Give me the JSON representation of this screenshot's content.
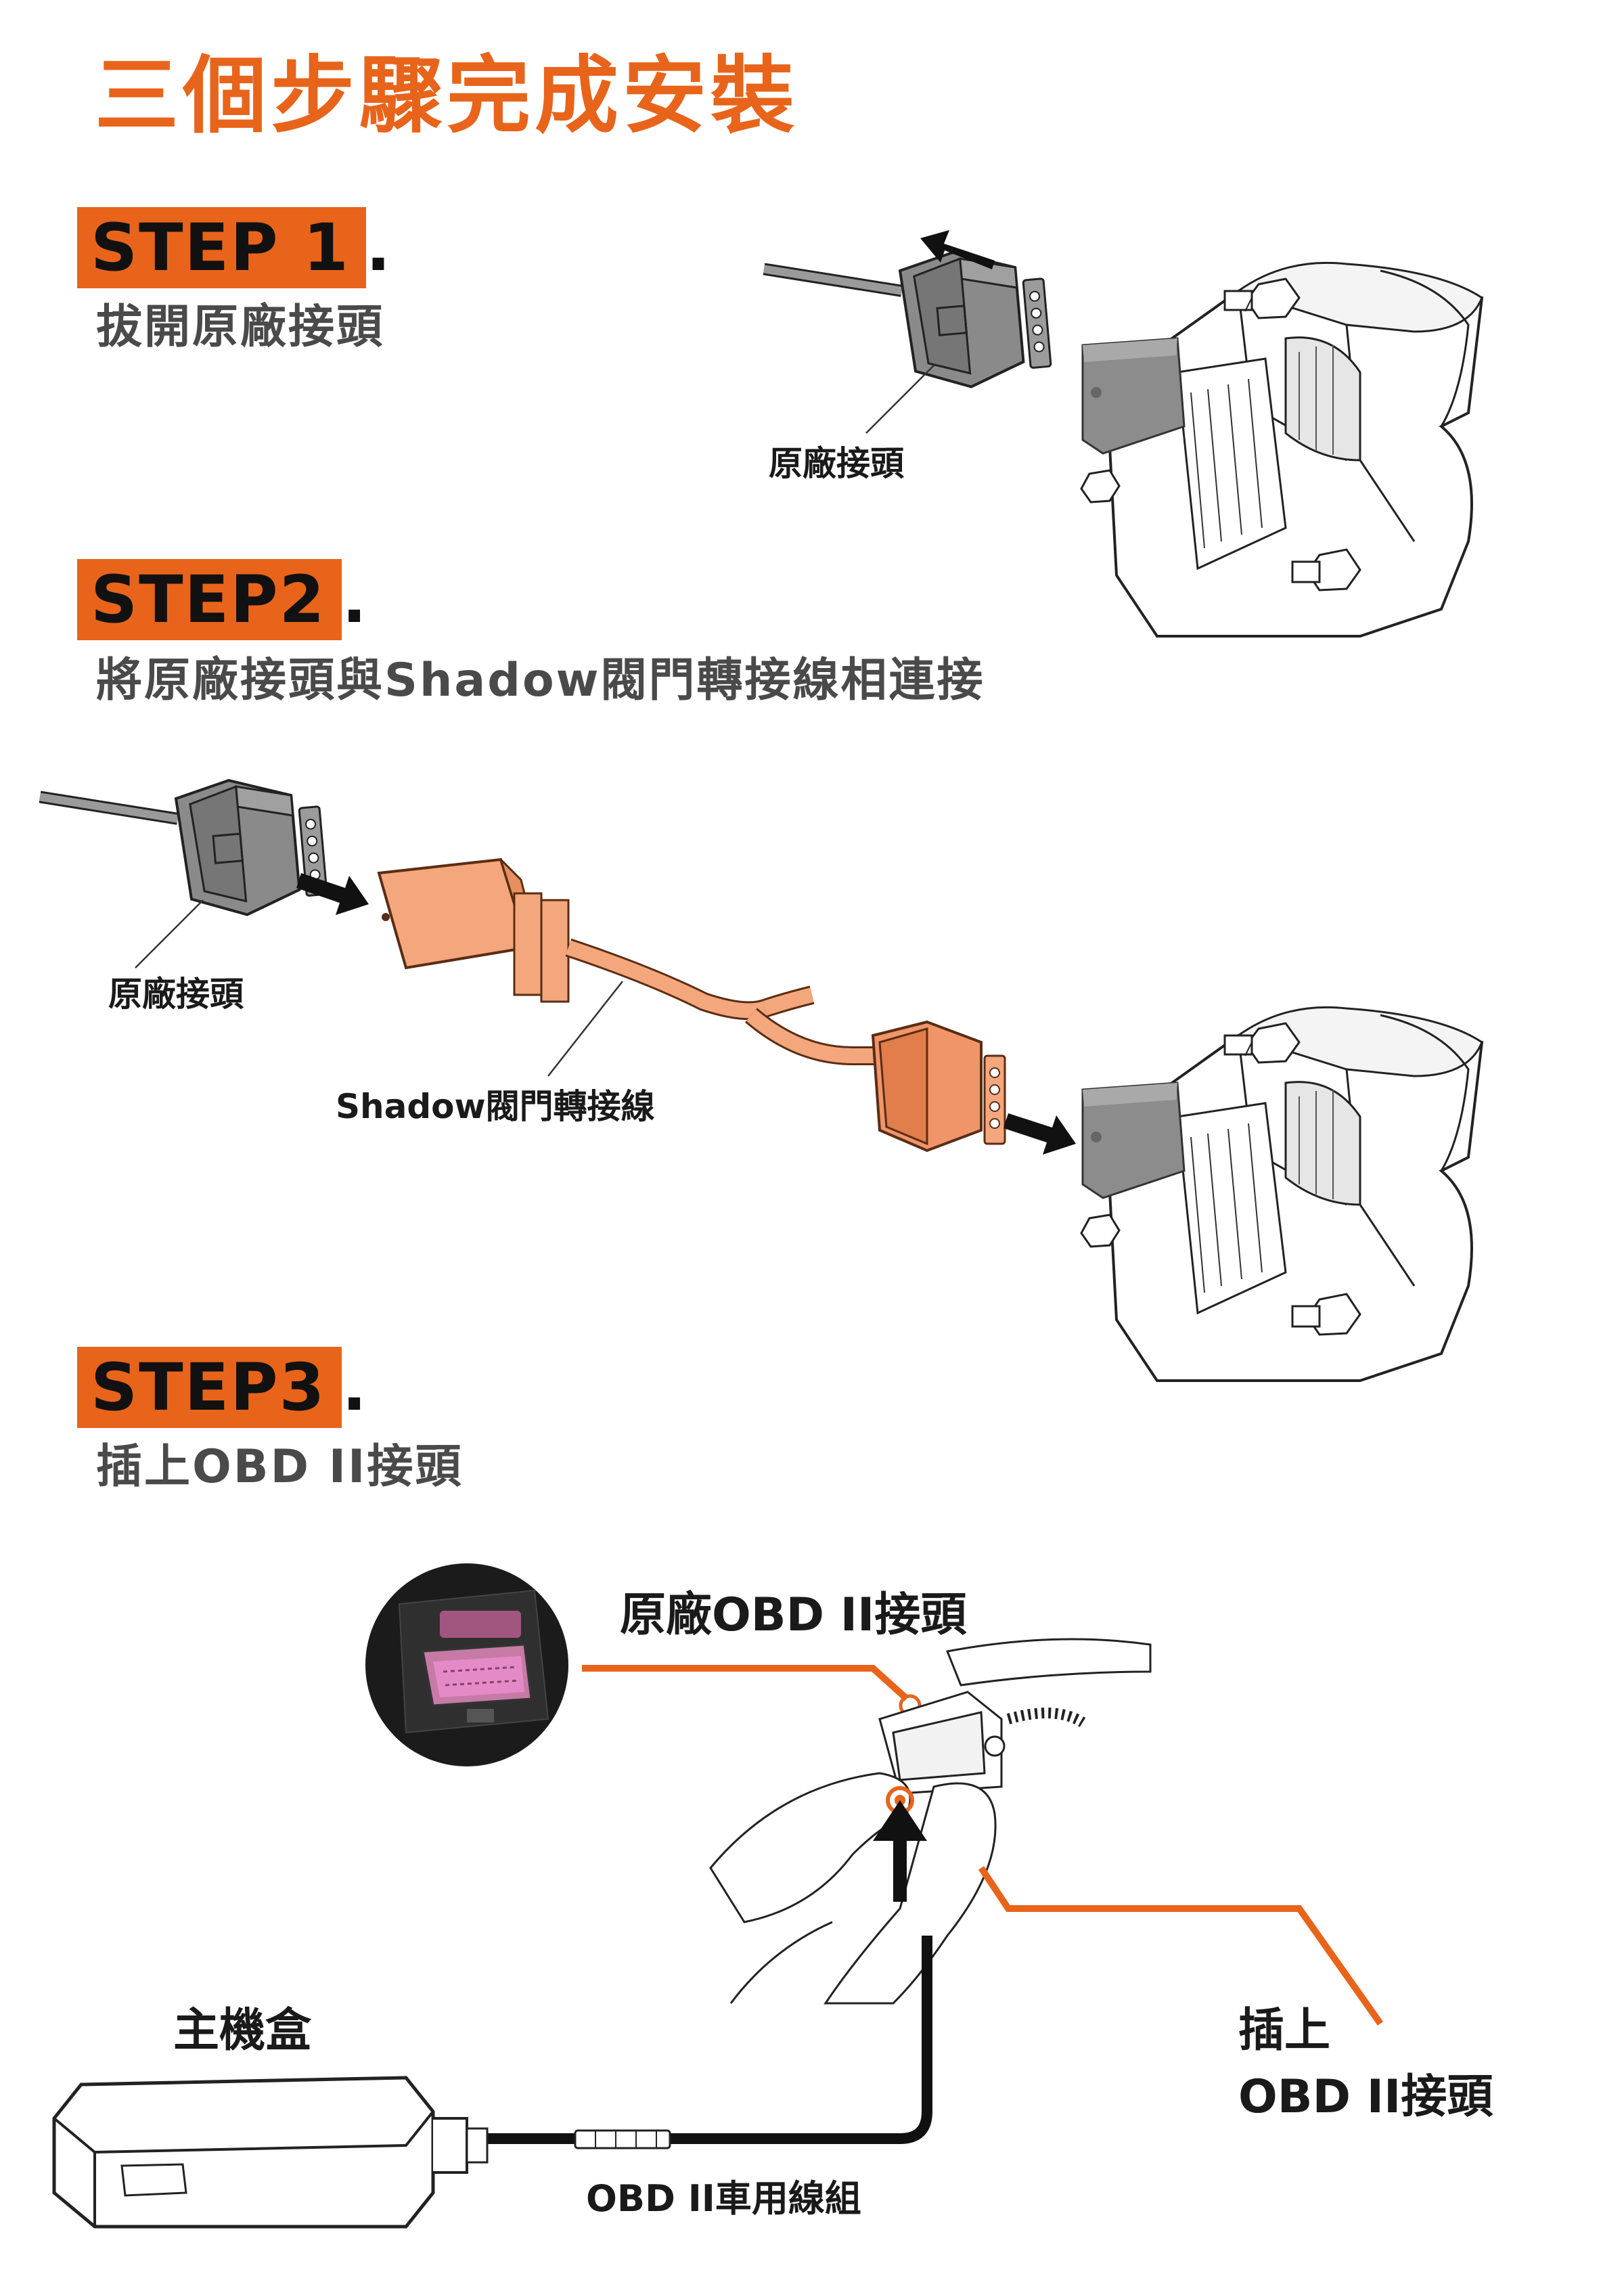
{
  "title": "三個步驟完成安裝",
  "colors": {
    "accent": "#e8641b",
    "connector_gray": "#8c8c8c",
    "adapter_orange": "#f4a77c",
    "obd_pink": "#e48bc7"
  },
  "steps": [
    {
      "badge": "STEP 1",
      "dot": ".",
      "description": "拔開原廠接頭"
    },
    {
      "badge": "STEP2",
      "dot": ".",
      "description": "將原廠接頭與Shadow閥門轉接線相連接"
    },
    {
      "badge": "STEP3",
      "dot": ".",
      "description": "插上OBD II接頭"
    }
  ],
  "labels": {
    "oem_connector_1": "原廠接頭",
    "oem_connector_2": "原廠接頭",
    "shadow_adapter": "Shadow閥門轉接線",
    "oem_obd": "原廠OBD II接頭",
    "main_box": "主機盒",
    "plug_in_line1": "插上",
    "plug_in_line2": "OBD II接頭",
    "obd_cable": "OBD II車用線組"
  },
  "icons": [
    "arrow-left-icon",
    "arrow-right-icon",
    "arrow-up-icon",
    "connector-icon",
    "valve-actuator-icon",
    "obd-port-icon",
    "main-box-icon"
  ]
}
